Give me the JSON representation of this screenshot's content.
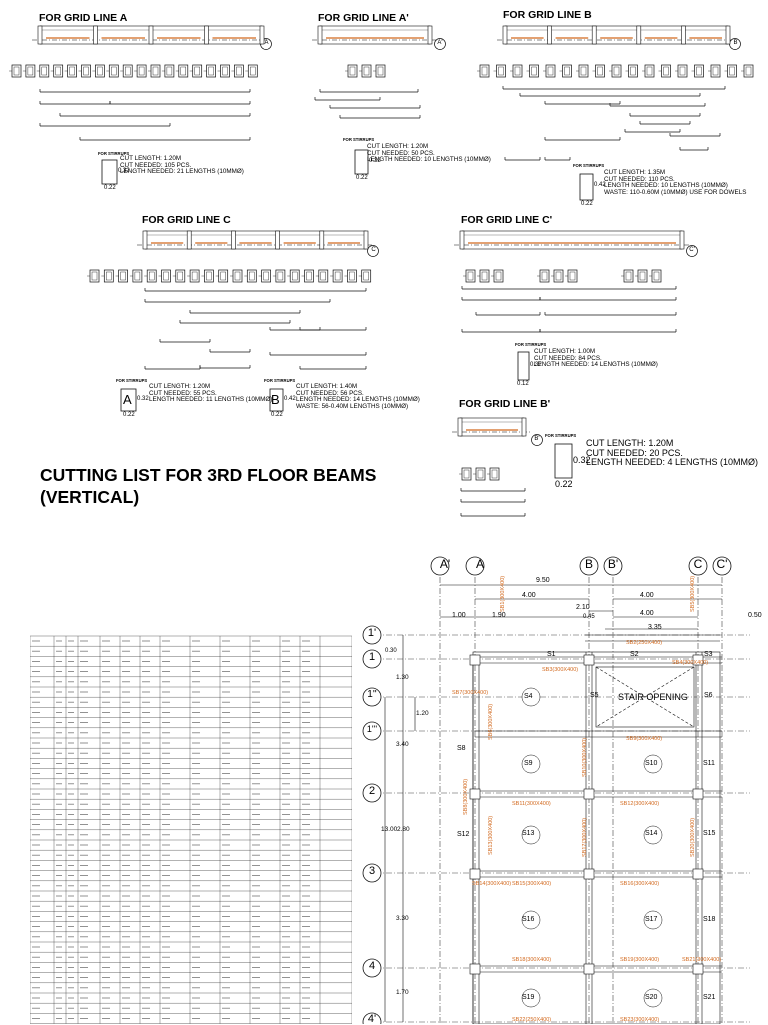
{
  "page_title": {
    "line1": "CUTTING LIST FOR 3RD FLOOR BEAMS",
    "line2": "(VERTICAL)"
  },
  "stirrups_label": "FOR STIRRUPS",
  "colors": {
    "ink": "#111111",
    "accent": "#d2691e",
    "grid": "#555555"
  },
  "sections": [
    {
      "id": "A",
      "heading": "FOR GRID LINE A",
      "bubble": "A",
      "stirrup": {
        "h": "0.32",
        "w": "0.22",
        "letter": "",
        "notes": [
          "CUT LENGTH: 1.20M",
          "CUT NEEDED: 105 PCS.",
          "LENGTH NEEDED: 21 LENGTHS (10MMØ)"
        ]
      }
    },
    {
      "id": "A1",
      "heading": "FOR GRID LINE A'",
      "bubble": "A'",
      "stirrup": {
        "h": "0.32",
        "w": "0.22",
        "letter": "",
        "notes": [
          "CUT LENGTH: 1.20M",
          "CUT NEEDED: 50 PCS.",
          "LENGTH NEEDED: 10 LENGTHS (10MMØ)"
        ]
      }
    },
    {
      "id": "B",
      "heading": "FOR GRID LINE B",
      "bubble": "B",
      "stirrup": {
        "h": "0.42",
        "w": "0.22",
        "letter": "",
        "notes": [
          "CUT LENGTH: 1.35M",
          "CUT NEEDED: 110 PCS.",
          "LENGTH NEEDED: 10 LENGTHS (10MMØ)",
          "WASTE: 110-0.60M (10MMØ) USE FOR DOWELS"
        ]
      }
    },
    {
      "id": "C",
      "heading": "FOR GRID LINE C",
      "bubble": "C",
      "stirrups": [
        {
          "h": "0.32",
          "w": "0.22",
          "letter": "A",
          "notes": [
            "CUT LENGTH: 1.20M",
            "CUT NEEDED: 55 PCS.",
            "LENGTH NEEDED: 11 LENGTHS (10MMØ)"
          ]
        },
        {
          "h": "0.42",
          "w": "0.22",
          "letter": "B",
          "notes": [
            "CUT LENGTH: 1.40M",
            "CUT NEEDED: 56 PCS.",
            "LENGTH NEEDED: 14 LENGTHS (10MMØ)",
            "WASTE: 56-0.40M LENGTHS (10MMØ)"
          ]
        }
      ]
    },
    {
      "id": "C1",
      "heading": "FOR GRID LINE C'",
      "bubble": "C'",
      "stirrup": {
        "h": "0.32",
        "w": "0.12",
        "letter": "",
        "notes": [
          "CUT LENGTH: 1.00M",
          "CUT NEEDED: 84 PCS.",
          "LENGTH NEEDED: 14 LENGTHS (10MMØ)"
        ]
      }
    },
    {
      "id": "B1",
      "heading": "FOR GRID LINE B'",
      "bubble": "B'",
      "stirrup": {
        "h": "0.32",
        "w": "0.22",
        "letter": "",
        "notes": [
          "CUT LENGTH: 1.20M",
          "CUT NEEDED: 20 PCS.",
          "LENGTH NEEDED: 4 LENGTHS (10MMØ)"
        ]
      }
    }
  ],
  "plan": {
    "col_labels": [
      "A'",
      "A",
      "B",
      "B'",
      "C",
      "C'"
    ],
    "row_labels": [
      "1'",
      "1",
      "1''",
      "1'''",
      "2",
      "3",
      "4",
      "4'"
    ],
    "dims_top": [
      "9.50",
      "4.00",
      "4.00",
      "2.10",
      "0.45",
      "4.00",
      "1.00",
      "1.90",
      "3.35",
      "0.50"
    ],
    "dims_left": [
      "0.30",
      "1.30",
      "1.20",
      "3.40",
      "13.00",
      "2.80",
      "3.30",
      "1.70"
    ],
    "slabs": [
      "S1",
      "S2",
      "S3",
      "S4",
      "S5",
      "S6",
      "S8",
      "S9",
      "S10",
      "S11",
      "S12",
      "S13",
      "S14",
      "S15",
      "S16",
      "S17",
      "S18",
      "S19",
      "S20",
      "S21"
    ],
    "stair": "STAIR OPENING",
    "beam_tags": [
      "SB1(300X400)",
      "SB2(250X400)",
      "SB3(300X400)",
      "SB4(300X400)",
      "SB5(300X400)",
      "SB6(300X400)",
      "SB7(300X400)",
      "SB8(300X400)",
      "SB9(300X400)",
      "SB10(300X400)",
      "SB11(300X400)",
      "SB12(300X400)",
      "SB13(300X400)",
      "SB14(300X400)",
      "SB15(300X400)",
      "SB16(300X400)",
      "SB17(300X400)",
      "SB18(300X400)",
      "SB19(300X400)",
      "SB20(300X400)",
      "SB21(300X400)",
      "SB22(250X400)",
      "SB23(300X400)"
    ]
  }
}
